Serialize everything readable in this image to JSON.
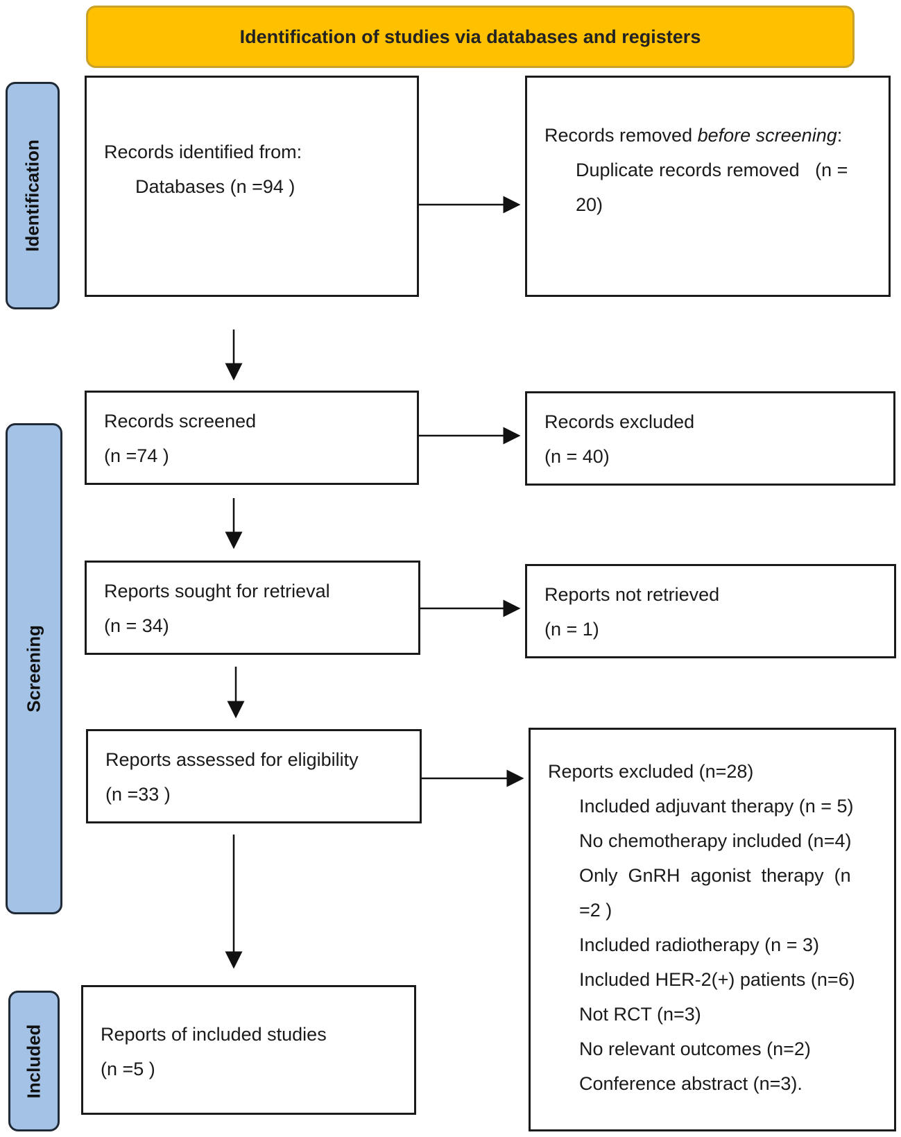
{
  "header": {
    "title": "Identification of studies via databases and registers"
  },
  "phases": {
    "identification": "Identification",
    "screening": "Screening",
    "included": "Included"
  },
  "identification": {
    "records_identified": {
      "title": "Records identified from:",
      "databases": "Databases (n =94 )"
    },
    "records_removed": {
      "title_prefix": "Records removed ",
      "title_italic": "before screening",
      "title_suffix": ":",
      "duplicates_line1": "Duplicate records removed   (n =",
      "duplicates_line2": "20)"
    }
  },
  "screening": {
    "records_screened": {
      "title": "Records screened",
      "count": "(n =74 )"
    },
    "records_excluded": {
      "title": "Records excluded",
      "count": "(n = 40)"
    },
    "reports_sought": {
      "title": "Reports sought for retrieval",
      "count": "(n = 34)"
    },
    "reports_not_retrieved": {
      "title": "Reports not retrieved",
      "count": "(n = 1)"
    },
    "reports_assessed": {
      "title": "Reports assessed for eligibility",
      "count": "(n =33 )"
    },
    "reports_excluded": {
      "title": "Reports excluded (n=28)",
      "reasons": [
        "Included adjuvant therapy (n = 5)",
        "No chemotherapy included (n=4)",
        "Only  GnRH  agonist  therapy  (n",
        "=2 )",
        "Included radiotherapy (n = 3)",
        "Included HER-2(+) patients (n=6)",
        "Not RCT (n=3)",
        "No relevant outcomes (n=2)",
        "Conference abstract (n=3)."
      ]
    }
  },
  "included": {
    "reports_included": {
      "title": "Reports of included studies",
      "count": "(n =5 )"
    }
  }
}
